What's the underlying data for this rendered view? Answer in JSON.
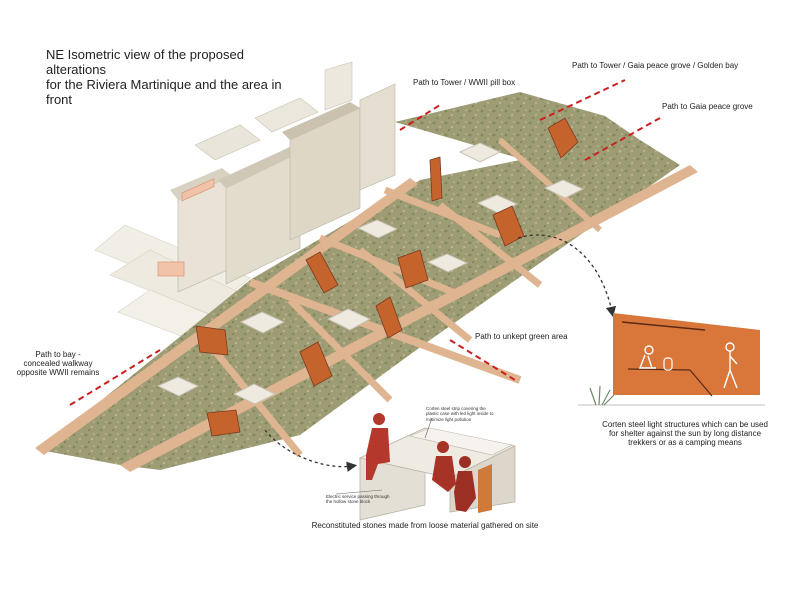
{
  "title": {
    "line1": "NE Isometric view of the proposed alterations",
    "line2": "for the Riviera Martinique and the area in front"
  },
  "path_labels": {
    "tower_pillbox": "Path to Tower / WWII pill box",
    "tower_gaia_golden": "Path to Tower / Gaia peace grove / Golden bay",
    "gaia": "Path to Gaia peace grove",
    "unkept": "Path to unkept green area",
    "bay_line1": "Path to bay -",
    "bay_line2": "concealed walkway",
    "bay_line3": "opposite WWII remains"
  },
  "bench_detail": {
    "steel_note_line1": "Corten steel strip covering the",
    "steel_note_line2": "plastic case with led light inside to",
    "steel_note_line3": "minimize light pollution",
    "electric_line1": "Electric service passing through",
    "electric_line2": "the hollow stone block",
    "caption": "Reconstituted stones made from loose material gathered on site"
  },
  "shelter_detail": {
    "caption_line1": "Corten steel light structures which can be used",
    "caption_line2": "for shelter against the sun by long distance",
    "caption_line3": "trekkers or as a camping means"
  },
  "colors": {
    "corten": "#c8662e",
    "corten_dark": "#8a3e22",
    "path": "#e2b898",
    "vegetation": "#9c9a70",
    "stone": "#e6e0d4",
    "dashed_path": "#cc2020",
    "figure": "#b43a2a"
  },
  "icons": [
    "arrow-icon",
    "figure-icon",
    "plant-icon"
  ]
}
